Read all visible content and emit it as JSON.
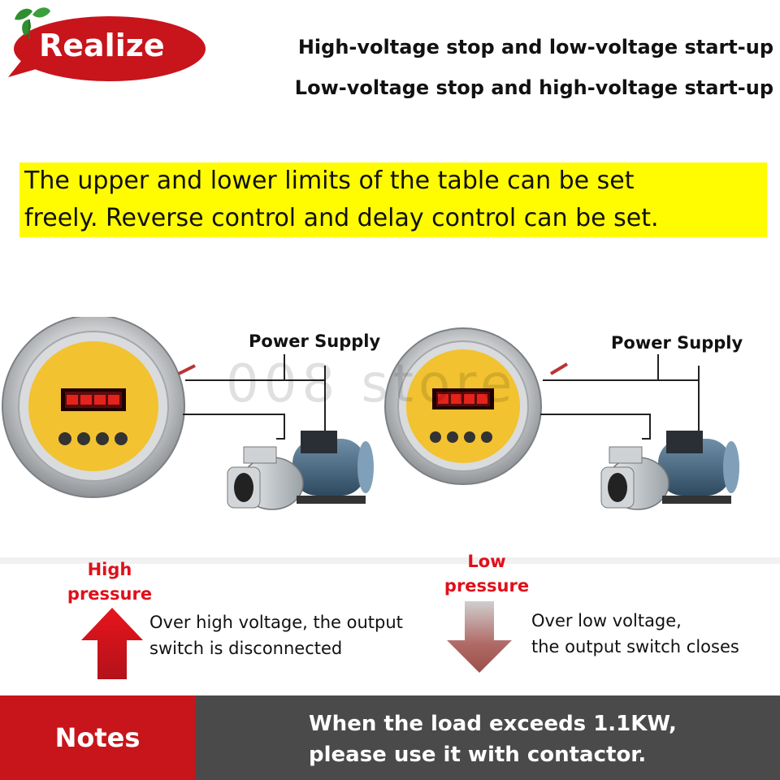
{
  "header": {
    "badge_label": "Realize",
    "headline_1": "High-voltage stop and low-voltage start-up",
    "headline_2": "Low-voltage stop and high-voltage start-up"
  },
  "description": {
    "line_1": "The upper and lower limits of the table can be set",
    "line_2": "freely. Reverse control and delay control can be set."
  },
  "diagram": {
    "power_supply_left": "Power Supply",
    "power_supply_right": "Power Supply",
    "watermark": "008 store"
  },
  "pressure": {
    "high_label_1": "High",
    "high_label_2": "pressure",
    "high_note_1": "Over high voltage, the output",
    "high_note_2": "switch is disconnected",
    "low_label_1": "Low",
    "low_label_2": "pressure",
    "low_note_1": "Over low voltage,",
    "low_note_2": "the output switch closes"
  },
  "footer": {
    "notes_label": "Notes",
    "message_1": "When the load exceeds 1.1KW,",
    "message_2": "please use it with contactor."
  },
  "colors": {
    "badge_red": "#c8141b",
    "highlight_yellow": "#fffb00",
    "label_red": "#e0101a",
    "footer_grey": "#4a4a4a"
  }
}
